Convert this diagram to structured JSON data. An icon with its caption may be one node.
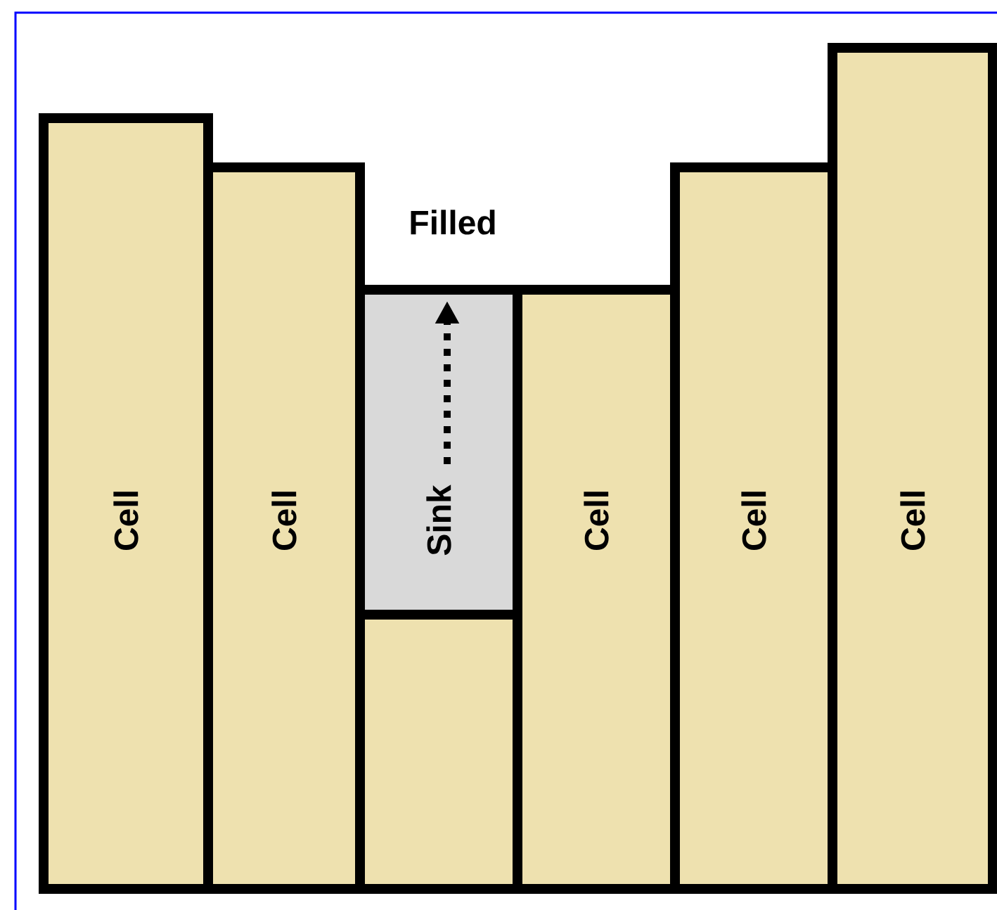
{
  "diagram": {
    "nodes": [
      {
        "text": [
          "Cell"
        ]
      },
      {
        "text": [
          "Cell"
        ]
      },
      {
        "text": [
          "Sink"
        ]
      },
      {
        "text": [],
        "shape": "box"
      },
      {
        "text": [
          "Cell"
        ]
      },
      {
        "text": [
          "Cell"
        ]
      },
      {
        "text": [
          "Cell"
        ]
      }
    ],
    "labels": [
      "Filled"
    ]
  }
}
